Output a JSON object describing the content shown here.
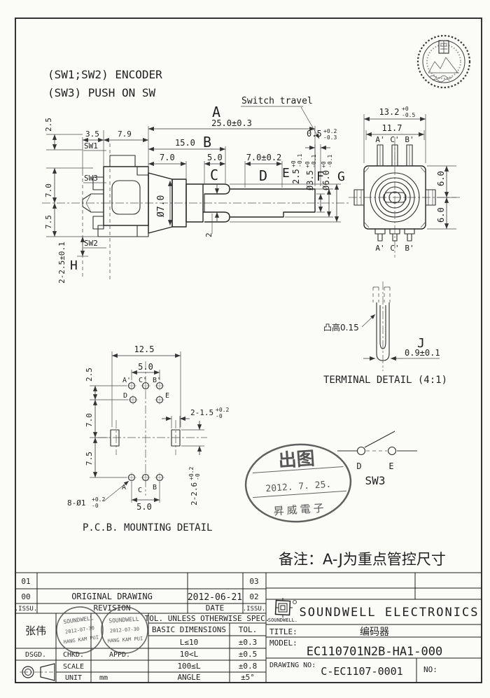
{
  "header": {
    "note1": "(SW1;SW2) ENCODER",
    "note2": "(SW3) PUSH ON SW"
  },
  "side": {
    "A": "A",
    "A_dim": "25.0±0.3",
    "B": "B",
    "B_dim": "15.0",
    "dim7": "7.0",
    "dim5": "5.0",
    "C": "C",
    "D": "D",
    "D_dim": "7.0±0.2",
    "travel_label": "Switch travel",
    "travel": "0.5",
    "travel_up": "+0.2",
    "travel_dn": "-0.3",
    "E": "E",
    "E_dim": "2.5",
    "E_up": "+0",
    "E_dn": "-0.1",
    "F": "F",
    "F_dim": "Ø3.5",
    "F_up": "+0",
    "F_dn": "-0.1",
    "G": "G",
    "G_dim": "Ø6.0",
    "G_up": "+0",
    "G_dn": "-0.1",
    "H": "H",
    "H_dim": "2-2.5±0.1",
    "dim25v": "2.5",
    "dim35": "3.5",
    "dim79": "7.9",
    "dim7v": "7.0",
    "dim75v": "7.5",
    "sw1": "SW1",
    "sw3": "SW3",
    "sw2": "SW2",
    "shaft_dia": "Ø7.0",
    "slot": "2"
  },
  "front": {
    "dim132": "13.2",
    "dim132_up": "+0",
    "dim132_dn": "-0.5",
    "dim117": "11.7",
    "pin_a": "A'",
    "pin_c": "C'",
    "pin_b": "B'",
    "dim6_top": "6.0",
    "dim6_bot": "6.0"
  },
  "terminal": {
    "bump": "凸高0.15",
    "J": "J",
    "dim": "0.9±0.1",
    "caption": "TERMINAL DETAIL (4:1)"
  },
  "pcb": {
    "dim125": "12.5",
    "dim25": "2.5",
    "dim5top": "5.0",
    "dim5bot": "5.0",
    "dim7": "7.0",
    "dim75": "7.5",
    "a1": "A'",
    "c1": "C'",
    "b1": "B'",
    "d": "D",
    "e": "E",
    "a": "A",
    "c": "C",
    "b": "B",
    "slot_w": "2-1.5",
    "slot_w_up": "+0.2",
    "slot_w_dn": "-0",
    "slot_h": "2-2.6",
    "slot_h_up": "+0.2",
    "slot_h_dn": "-0",
    "holes": "8-Ø1",
    "holes_up": "+0.2",
    "holes_dn": "-0",
    "caption": "P.C.B. MOUNTING DETAIL"
  },
  "release_stamp": {
    "top": "出图",
    "date": "2012. 7. 25.",
    "bottom": "昇威電子"
  },
  "sw3sym": {
    "d": "D",
    "e": "E",
    "label": "SW3"
  },
  "remark": "备注：A-J为重点管控尺寸",
  "rev": {
    "r1c1": "01",
    "r1c4": "03",
    "r2c1": "00",
    "r2c2": "ORIGINAL DRAWING",
    "r2c3": "2012-06-21",
    "r2c4": "02",
    "r3c1": ".ISSU.",
    "r3c2": "REVISION",
    "r3c3": "DATE",
    "r3c4": ".ISSU."
  },
  "approval_stamp": {
    "name": "SOUNDWELL",
    "date": "2012-07-30",
    "sig": "HANG KAM PUI"
  },
  "tb": {
    "designer": "张伟",
    "dsgd": "DSGD.",
    "chkd": "CHKD.",
    "appd": "APPD.",
    "scale": "SCALE",
    "unit": "UNIT",
    "unit_val": "mm",
    "tol_header": "TOL. UNLESS OTHERWISE SPEC.",
    "col_dim": "BASIC DIMENSIONS",
    "col_tol": "TOL.",
    "rows": [
      [
        "L≤10",
        "±0.3"
      ],
      [
        "10<L",
        "±0.5"
      ],
      [
        "100≤L",
        "±0.8"
      ],
      [
        "ANGLE",
        "±5°"
      ]
    ],
    "company": "SOUNDWELL ELECTRONICS",
    "logo_text": "SOUNDWELL.",
    "title_label": "TITLE:",
    "title_value": "编码器",
    "model_label": "MODEL:",
    "model_value": "EC110701N2B-HA1-000",
    "dwg_label": "DRAWING NO:",
    "dwg_value": "C-EC1107-0001",
    "no_label": "NO:"
  }
}
